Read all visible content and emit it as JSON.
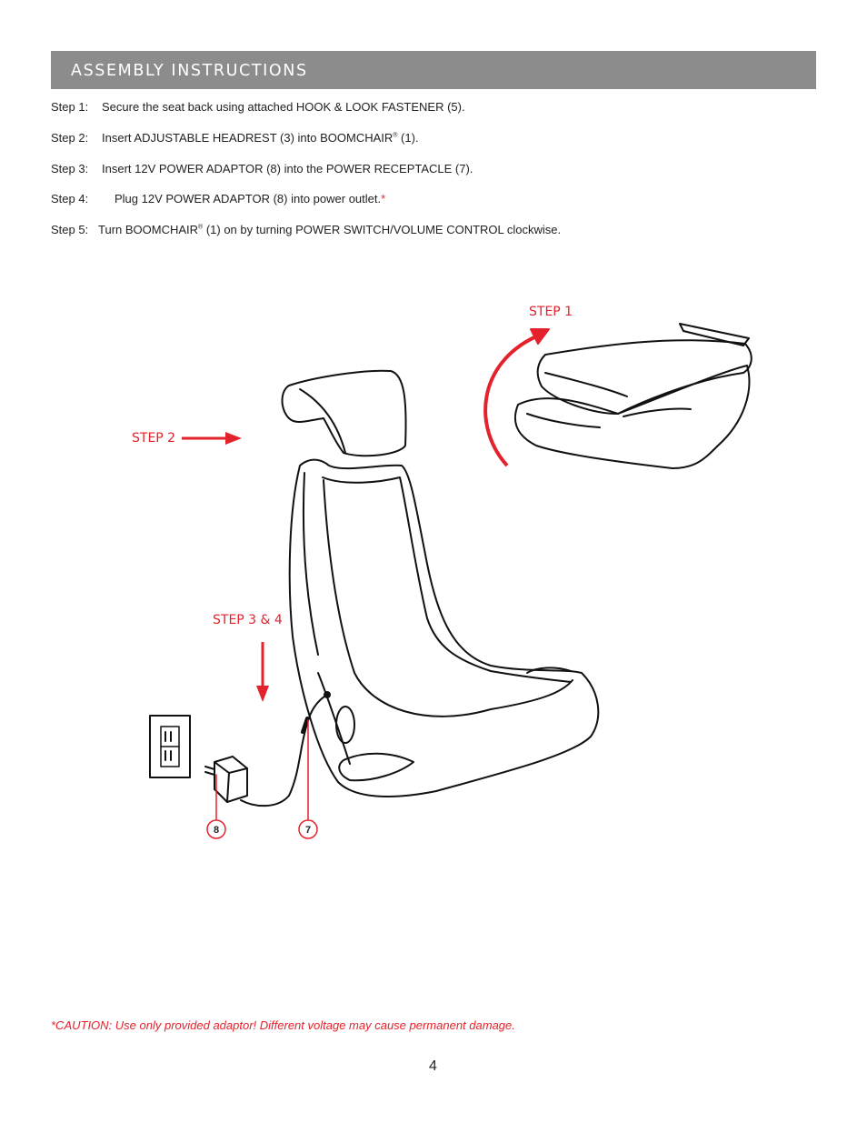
{
  "header": {
    "title": "ASSEMBLY INSTRUCTIONS"
  },
  "steps": [
    {
      "label": "Step 1:",
      "pre": "Secure the seat back using attached HOOK & LOOK FASTENER (5).",
      "sup": "",
      "post": "",
      "mark": ""
    },
    {
      "label": "Step 2:",
      "pre": "Insert ADJUSTABLE HEADREST (3) into BOOMCHAIR",
      "sup": "®",
      "post": " (1).",
      "mark": ""
    },
    {
      "label": "Step 3:",
      "pre": "Insert 12V POWER ADAPTOR (8) into the POWER RECEPTACLE (7).",
      "sup": "",
      "post": "",
      "mark": ""
    },
    {
      "label": "Step 4:",
      "pre": "Plug 12V POWER ADAPTOR (8) into power outlet.",
      "sup": "",
      "post": "",
      "mark": "*"
    },
    {
      "label": "Step 5:",
      "pre": "Turn BOOMCHAIR",
      "sup": "®",
      "post": " (1) on by turning POWER SWITCH/VOLUME CONTROL clockwise.",
      "mark": ""
    }
  ],
  "callouts": {
    "step1": "STEP 1",
    "step2": "STEP 2",
    "step34": "STEP 3 & 4"
  },
  "parts": {
    "adaptor": "8",
    "receptacle": "7"
  },
  "caution": "*CAUTION: Use only provided adaptor! Different voltage may cause permanent damage.",
  "page_number": "4",
  "colors": {
    "header_bg": "#8c8c8c",
    "accent_red": "#e4222c",
    "text": "#222222"
  }
}
